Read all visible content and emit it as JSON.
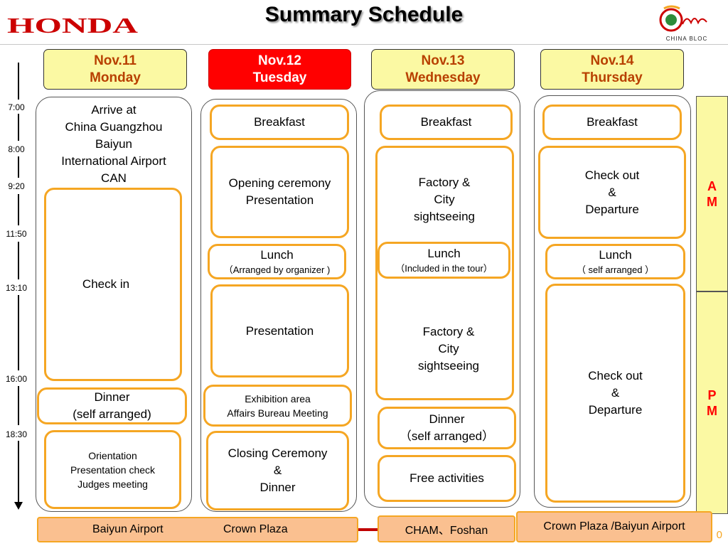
{
  "header": {
    "brand": "HONDA",
    "title": "Summary Schedule",
    "partner_logo_text": "CHINA BLOC"
  },
  "days": [
    {
      "date": "Nov.11",
      "weekday": "Monday"
    },
    {
      "date": "Nov.12",
      "weekday": "Tuesday"
    },
    {
      "date": "Nov.13",
      "weekday": "Wednesday"
    },
    {
      "date": "Nov.14",
      "weekday": "Thursday"
    }
  ],
  "times": [
    "7:00",
    "8:00",
    "9:20",
    "11:50",
    "13:10",
    "16:00",
    "18:30"
  ],
  "periods": {
    "am": "A\nM",
    "pm": "P\nM"
  },
  "mon": {
    "arrive": "Arrive at\nChina Guangzhou\nBaiyun\nInternational Airport\nCAN",
    "checkin": "Check in",
    "dinner": "Dinner\n(self arranged)",
    "orientation": "Orientation\nPresentation check\nJudges meeting"
  },
  "tue": {
    "breakfast": "Breakfast",
    "opening": "Opening ceremony\nPresentation",
    "lunch": "Lunch",
    "lunch_note": "（Arranged by organizer )",
    "presentation": "Presentation",
    "exhibition": "Exhibition area\nAffairs Bureau Meeting",
    "closing": "Closing Ceremony\n&\nDinner"
  },
  "wed": {
    "breakfast": "Breakfast",
    "factory_am": "Factory &\nCity\nsightseeing",
    "lunch": "Lunch",
    "lunch_note": "（Included in the tour）",
    "factory_pm": "Factory &\nCity\nsightseeing",
    "dinner": "Dinner\n（self arranged）",
    "free": "Free activities"
  },
  "thu": {
    "breakfast": "Breakfast",
    "checkout_am": "Check out\n&\nDeparture",
    "lunch": "Lunch",
    "lunch_note": "（ self arranged ）",
    "checkout_pm": "Check out\n&\nDeparture"
  },
  "locations": {
    "baiyun_airport": "Baiyun Airport",
    "crown_plaza": "Crown Plaza",
    "cham_foshan": "CHAM、Foshan",
    "crown_baiyun": "Crown Plaza /Baiyun Airport"
  },
  "page_number": "0",
  "colors": {
    "honda_red": "#cc0000",
    "day_header_fill": "#fbf9a3",
    "day_header_text": "#b84000",
    "selected_day_fill": "#ff0000",
    "event_border": "#f5a623",
    "location_fill": "#fac090",
    "period_text": "#ff0000",
    "connector": "#c00000"
  }
}
